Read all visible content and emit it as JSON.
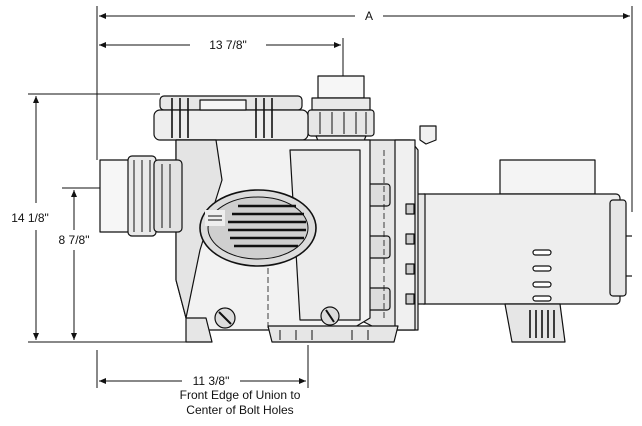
{
  "dimensions": {
    "overall_length": "A",
    "front_to_outlet": "13 7/8\"",
    "overall_height": "14 1/8\"",
    "inlet_height": "8 7/8\"",
    "union_to_bolts": "11 3/8\""
  },
  "caption": {
    "line1": "Front Edge of Union to",
    "line2": "Center of Bolt Holes"
  },
  "colors": {
    "line": "#111111",
    "body_shade": "#e6e6e6",
    "body_light": "#f4f4f4",
    "background": "#ffffff"
  },
  "icons": {
    "logo": "jandy-logo-icon"
  }
}
